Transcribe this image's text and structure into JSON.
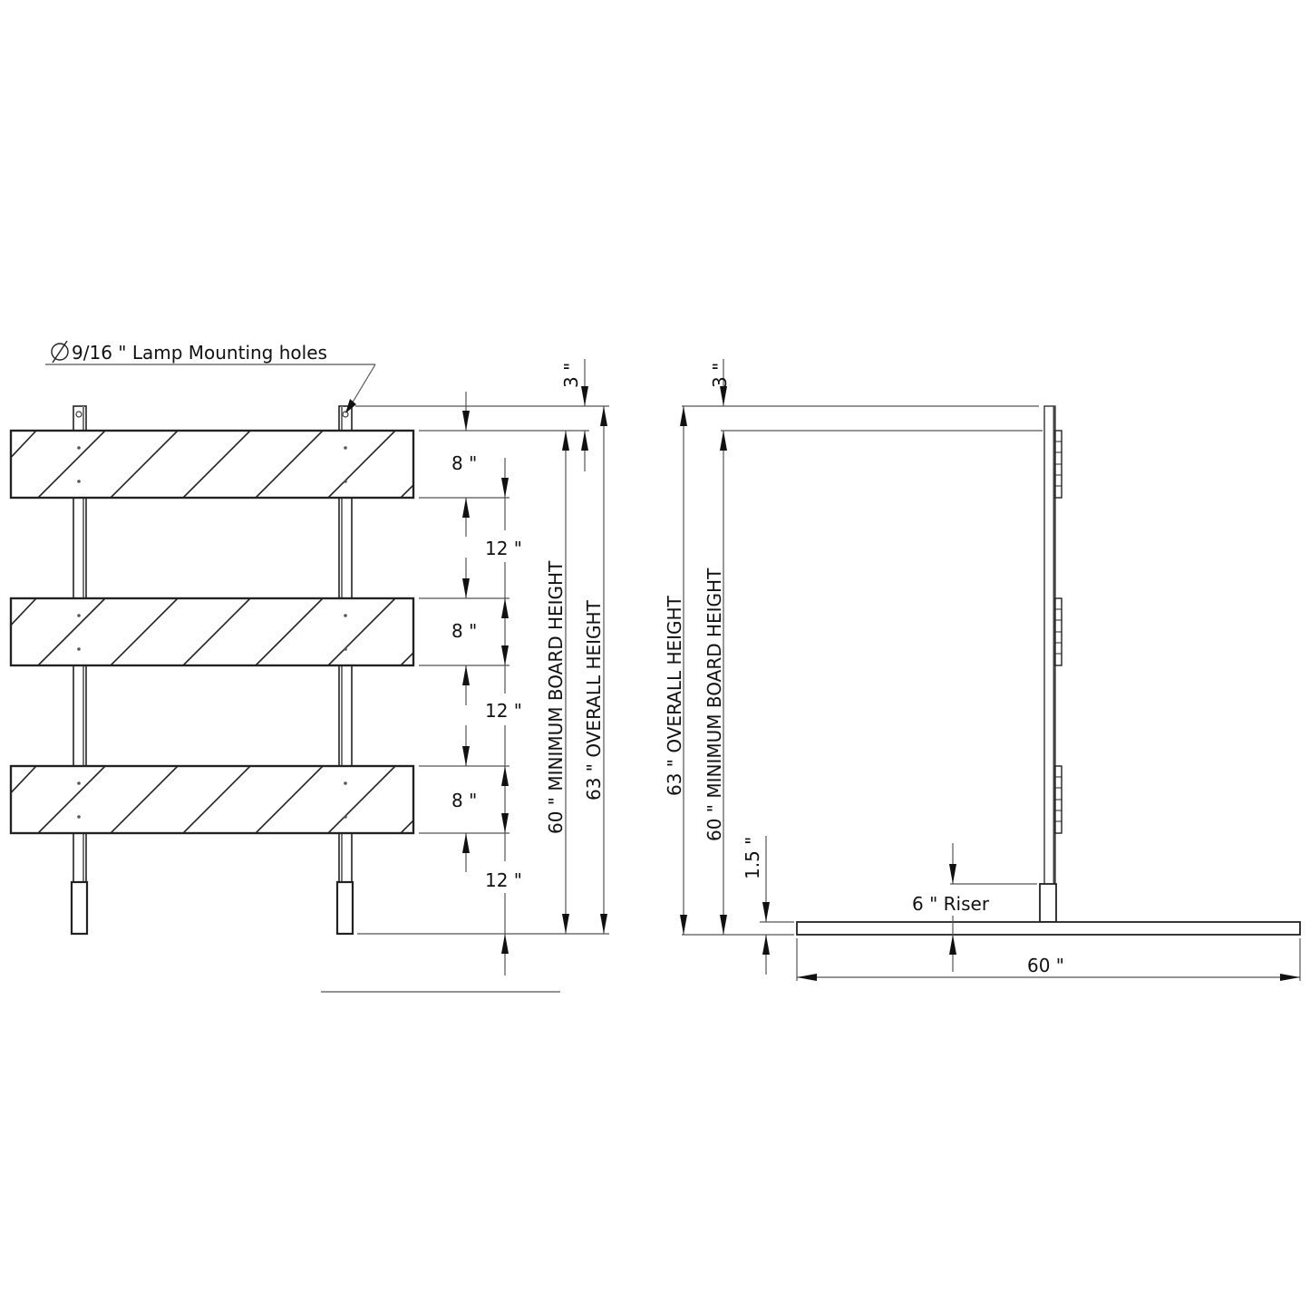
{
  "drawing": {
    "front_view": {
      "callout": "9/16 \" Lamp Mounting holes",
      "callout_symbol": "diameter-symbol",
      "boards": [
        {
          "height_label": "8 \""
        },
        {
          "height_label": "8 \""
        },
        {
          "height_label": "8 \""
        }
      ],
      "gaps": [
        "12 \"",
        "12 \"",
        "12 \""
      ],
      "top_offset_label": "3 \"",
      "min_board_height_label": "60 \" MINIMUM BOARD HEIGHT",
      "overall_height_label": "63 \" OVERALL HEIGHT"
    },
    "side_view": {
      "top_offset_label": "3 \"",
      "overall_height_label": "63 \" OVERALL HEIGHT",
      "min_board_height_label": "60 \" MINIMUM BOARD HEIGHT",
      "base_thickness_label": "1.5 \"",
      "riser_label": "6 \" Riser",
      "base_width_label": "60 \""
    }
  }
}
